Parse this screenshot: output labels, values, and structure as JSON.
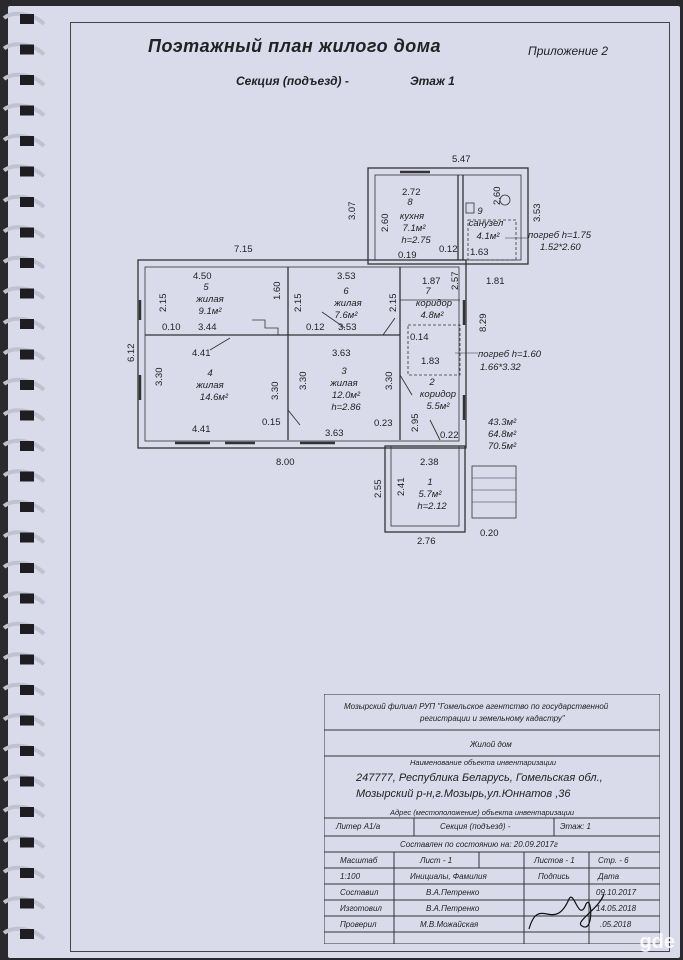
{
  "header": {
    "title": "Поэтажный план жилого дома",
    "appendix": "Приложение 2",
    "section": "Секция (подъезд) -",
    "floor": "Этаж 1"
  },
  "dimensions": {
    "d547": "5.47",
    "d272": "2.72",
    "d307": "3.07",
    "d260a": "2.60",
    "d260b": "2.60",
    "d353": "3.53",
    "d019": "0.19",
    "d012a": "0.12",
    "d163": "1.63",
    "d715": "7.15",
    "d450": "4.50",
    "d353b": "3.53",
    "d187": "1.87",
    "d257": "2.57",
    "d181": "1.81",
    "d215a": "2.15",
    "d160": "1.60",
    "d215b": "2.15",
    "d215c": "2.15",
    "d829": "8.29",
    "d010": "0.10",
    "d344": "3.44",
    "d012b": "0.12",
    "d353c": "3.53",
    "d014": "0.14",
    "d612": "6.12",
    "d441a": "4.41",
    "d363a": "3.63",
    "d183": "1.83",
    "d330a": "3.30",
    "d330b": "3.30",
    "d330c": "3.30",
    "d330d": "3.30",
    "d295": "2.95",
    "d441b": "4.41",
    "d015": "0.15",
    "d363b": "3.63",
    "d023": "0.23",
    "d022": "0.22",
    "d800": "8.00",
    "d238": "2.38",
    "d255": "2.55",
    "d241": "2.41",
    "d276": "2.76",
    "d020": "0.20"
  },
  "rooms": {
    "r8": {
      "num": "8",
      "name": "кухня",
      "area": "7.1м²",
      "h": "h=2.75"
    },
    "r9": {
      "num": "9",
      "name": "санузел",
      "area": "4.1м²"
    },
    "r5": {
      "num": "5",
      "name": "жилая",
      "area": "9.1м²"
    },
    "r6": {
      "num": "6",
      "name": "жилая",
      "area": "7.6м²"
    },
    "r7": {
      "num": "7",
      "name": "коридор",
      "area": "4.8м²"
    },
    "r4": {
      "num": "4",
      "name": "жилая",
      "area": "14.6м²"
    },
    "r3": {
      "num": "3",
      "name": "жилая",
      "area": "12.0м²",
      "h": "h=2.86"
    },
    "r2": {
      "num": "2",
      "name": "коридор",
      "area": "5.5м²"
    },
    "r1": {
      "num": "1",
      "name": "5.7м²",
      "h": "h=2.12"
    }
  },
  "cellars": {
    "c1_title": "погреб h=1.75",
    "c1_size": "1.52*2.60",
    "c2_title": "погреб h=1.60",
    "c2_size": "1.66*3.32"
  },
  "totals": {
    "t1": "43.3м²",
    "t2": "64.8м²",
    "t3": "70.5м²"
  },
  "stamp": {
    "org": "Мозырский филиал РУП \"Гомельское агентство по государственной",
    "org2": "регистрации и земельному кадастру\"",
    "object": "Жилой дом",
    "object_caption": "Наименование объекта инвентаризации",
    "address1": "247777, Республика Беларусь, Гомельская обл.,",
    "address2": "Мозырский р-н,г.Мозырь,ул.Юннатов ,36",
    "address_caption": "Адрес (местоположение) объекта инвентаризации",
    "liter": "Литер А1/а",
    "section": "Секция (подъезд) -",
    "floor": "Этаж: 1",
    "state_date": "Составлен по состоянию на: 20.09.2017г",
    "scale_label": "Масштаб",
    "sheet_label": "Лист - 1",
    "sheets_label": "Листов - 1",
    "page_label": "Стр. - 6",
    "scale_value": "1:100",
    "initials_label": "Инициалы, Фамилия",
    "signature_label": "Подпись",
    "date_label": "Дата",
    "role1": "Составил",
    "name1": "В.А.Петренко",
    "date1": "09.10.2017",
    "role2": "Изготовил",
    "name2": "В.А.Петренко",
    "date2": "14.05.2018",
    "role3": "Проверил",
    "name3": "М.В.Можайская",
    "date3": ".05.2018"
  },
  "watermark": "gde"
}
